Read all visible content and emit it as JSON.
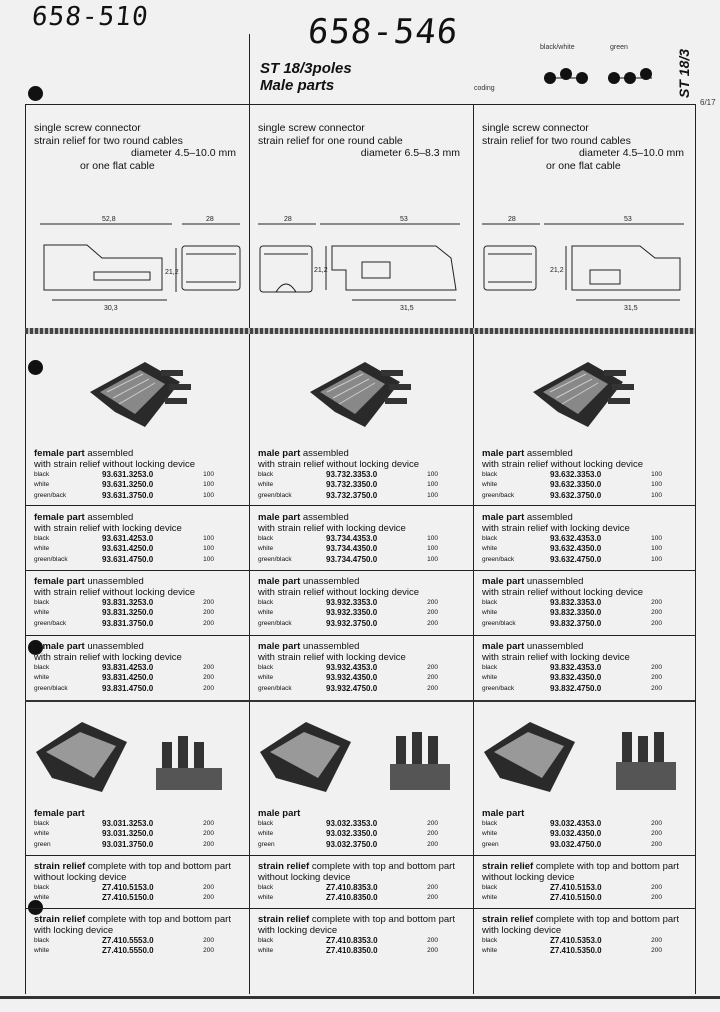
{
  "handwritten": {
    "left": "658-510",
    "middle": "658-546"
  },
  "header": {
    "title_line1": "ST 18/3poles",
    "title_line2": "Male parts",
    "side_tab": "ST 18/3",
    "page_no": "6/17",
    "coding_label": "coding",
    "color_black_white": "black/white",
    "color_green": "green"
  },
  "columns": [
    {
      "desc": [
        "single screw connector",
        "strain relief for two round cables",
        "diameter 4.5–10.0 mm",
        "or one flat cable"
      ],
      "dims": [
        "52,8",
        "28",
        "21,2",
        "30,3"
      ],
      "sections": [
        {
          "bold": "female part",
          "title_rest": " assembled",
          "sub": "with strain relief without locking device",
          "rows": [
            [
              "black",
              "93.631.3253.0",
              "100"
            ],
            [
              "white",
              "93.631.3250.0",
              "100"
            ],
            [
              "green/back",
              "93.631.3750.0",
              "100"
            ]
          ]
        },
        {
          "bold": "female part",
          "title_rest": " assembled",
          "sub": "with strain relief with locking device",
          "rows": [
            [
              "black",
              "93.631.4253.0",
              "100"
            ],
            [
              "white",
              "93.631.4250.0",
              "100"
            ],
            [
              "green/black",
              "93.631.4750.0",
              "100"
            ]
          ]
        },
        {
          "bold": "female part",
          "title_rest": " unassembled",
          "sub": "with strain relief without locking device",
          "rows": [
            [
              "black",
              "93.831.3253.0",
              "200"
            ],
            [
              "white",
              "93.831.3250.0",
              "200"
            ],
            [
              "green/back",
              "93.831.3750.0",
              "200"
            ]
          ]
        },
        {
          "bold": "female part",
          "title_rest": " unassembled",
          "sub": "with strain relief with locking device",
          "rows": [
            [
              "black",
              "93.831.4253.0",
              "200"
            ],
            [
              "white",
              "93.831.4250.0",
              "200"
            ],
            [
              "green/black",
              "93.831.4750.0",
              "200"
            ]
          ]
        },
        {
          "bold": "female part",
          "title_rest": "",
          "sub": "",
          "rows": [
            [
              "black",
              "93.031.3253.0",
              "200"
            ],
            [
              "white",
              "93.031.3250.0",
              "200"
            ],
            [
              "green",
              "93.031.3750.0",
              "200"
            ]
          ]
        },
        {
          "bold": "strain relief",
          "title_rest": " complete with top and bottom part",
          "sub": "without locking device",
          "rows": [
            [
              "black",
              "Z7.410.5153.0",
              "200"
            ],
            [
              "white",
              "Z7.410.5150.0",
              "200"
            ]
          ]
        },
        {
          "bold": "strain relief",
          "title_rest": " complete with top and bottom part",
          "sub": "with locking device",
          "rows": [
            [
              "black",
              "Z7.410.5553.0",
              "200"
            ],
            [
              "white",
              "Z7.410.5550.0",
              "200"
            ]
          ]
        }
      ]
    },
    {
      "desc": [
        "single screw connector",
        "strain relief for one round cable",
        "diameter 6.5–8.3 mm",
        ""
      ],
      "dims": [
        "28",
        "53",
        "21,2",
        "31,5"
      ],
      "sections": [
        {
          "bold": "male part",
          "title_rest": " assembled",
          "sub": "with strain relief without locking device",
          "rows": [
            [
              "black",
              "93.732.3353.0",
              "100"
            ],
            [
              "white",
              "93.732.3350.0",
              "100"
            ],
            [
              "green/black",
              "93.732.3750.0",
              "100"
            ]
          ]
        },
        {
          "bold": "male part",
          "title_rest": " assembled",
          "sub": "with strain relief with locking device",
          "rows": [
            [
              "black",
              "93.734.4353.0",
              "100"
            ],
            [
              "white",
              "93.734.4350.0",
              "100"
            ],
            [
              "green/black",
              "93.734.4750.0",
              "100"
            ]
          ]
        },
        {
          "bold": "male part",
          "title_rest": " unassembled",
          "sub": "with strain relief without locking device",
          "rows": [
            [
              "black",
              "93.932.3353.0",
              "200"
            ],
            [
              "white",
              "93.932.3350.0",
              "200"
            ],
            [
              "green/black",
              "93.932.3750.0",
              "200"
            ]
          ]
        },
        {
          "bold": "male part",
          "title_rest": " unassembled",
          "sub": "with strain relief with locking device",
          "rows": [
            [
              "black",
              "93.932.4353.0",
              "200"
            ],
            [
              "white",
              "93.932.4350.0",
              "200"
            ],
            [
              "green/black",
              "93.932.4750.0",
              "200"
            ]
          ]
        },
        {
          "bold": "male part",
          "title_rest": "",
          "sub": "",
          "rows": [
            [
              "black",
              "93.032.3353.0",
              "200"
            ],
            [
              "white",
              "93.032.3350.0",
              "200"
            ],
            [
              "green",
              "93.032.3750.0",
              "200"
            ]
          ]
        },
        {
          "bold": "strain relief",
          "title_rest": " complete with top and bottom part",
          "sub": "without locking device",
          "rows": [
            [
              "black",
              "Z7.410.8353.0",
              "200"
            ],
            [
              "white",
              "Z7.410.8350.0",
              "200"
            ]
          ]
        },
        {
          "bold": "strain relief",
          "title_rest": " complete with top and bottom part",
          "sub": "with locking device",
          "rows": [
            [
              "black",
              "Z7.410.8353.0",
              "200"
            ],
            [
              "white",
              "Z7.410.8350.0",
              "200"
            ]
          ]
        }
      ]
    },
    {
      "desc": [
        "single screw connector",
        "strain relief for two round cables",
        "diameter 4.5–10.0 mm",
        "or one flat cable"
      ],
      "dims": [
        "28",
        "53",
        "21,2",
        "31,5"
      ],
      "sections": [
        {
          "bold": "male part",
          "title_rest": " assembled",
          "sub": "with strain relief without locking device",
          "rows": [
            [
              "black",
              "93.632.3353.0",
              "100"
            ],
            [
              "white",
              "93.632.3350.0",
              "100"
            ],
            [
              "green/back",
              "93.632.3750.0",
              "100"
            ]
          ]
        },
        {
          "bold": "male part",
          "title_rest": " assembled",
          "sub": "with strain relief with locking device",
          "rows": [
            [
              "black",
              "93.632.4353.0",
              "100"
            ],
            [
              "white",
              "93.632.4350.0",
              "100"
            ],
            [
              "green/back",
              "93.632.4750.0",
              "100"
            ]
          ]
        },
        {
          "bold": "male part",
          "title_rest": " unassembled",
          "sub": "with strain relief without locking device",
          "rows": [
            [
              "black",
              "93.832.3353.0",
              "200"
            ],
            [
              "white",
              "93.832.3350.0",
              "200"
            ],
            [
              "green/black",
              "93.832.3750.0",
              "200"
            ]
          ]
        },
        {
          "bold": "male part",
          "title_rest": " unassembled",
          "sub": "with strain relief with locking device",
          "rows": [
            [
              "black",
              "93.832.4353.0",
              "200"
            ],
            [
              "white",
              "93.832.4350.0",
              "200"
            ],
            [
              "green/back",
              "93.832.4750.0",
              "200"
            ]
          ]
        },
        {
          "bold": "male part",
          "title_rest": "",
          "sub": "",
          "rows": [
            [
              "black",
              "93.032.4353.0",
              "200"
            ],
            [
              "white",
              "93.032.4350.0",
              "200"
            ],
            [
              "green",
              "93.032.4750.0",
              "200"
            ]
          ]
        },
        {
          "bold": "strain relief",
          "title_rest": " complete with top and bottom part",
          "sub": "without locking device",
          "rows": [
            [
              "black",
              "Z7.410.5153.0",
              "200"
            ],
            [
              "white",
              "Z7.410.5150.0",
              "200"
            ]
          ]
        },
        {
          "bold": "strain relief",
          "title_rest": " complete with top and bottom part",
          "sub": "with locking device",
          "rows": [
            [
              "black",
              "Z7.410.5353.0",
              "200"
            ],
            [
              "white",
              "Z7.410.5350.0",
              "200"
            ]
          ]
        }
      ]
    }
  ]
}
